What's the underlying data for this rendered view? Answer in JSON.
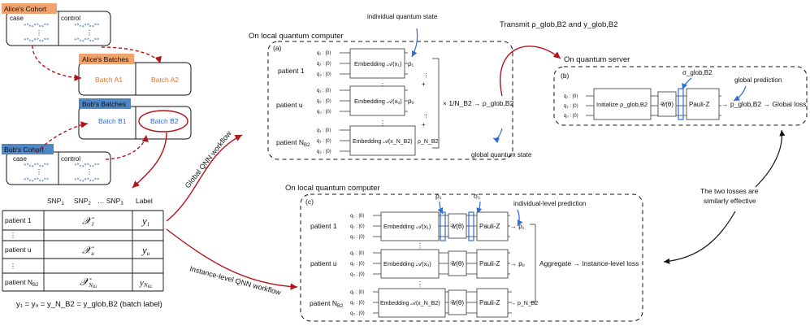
{
  "cohorts": {
    "alice_cohort_tag": "Alice's Cohort",
    "bob_cohort_tag": "Bob's Cohort",
    "case_label": "case",
    "control_label": "control",
    "dots": "⋮"
  },
  "batches": {
    "alice_batches_tag": "Alice's Batches",
    "bob_batches_tag": "Bob's Batches",
    "batch_a1": "Batch A1",
    "batch_a2": "Batch A2",
    "batch_b1": "Batch B1",
    "batch_b2": "Batch B2"
  },
  "table": {
    "headers": [
      "SNP",
      "SNP",
      "… SNP",
      "Label"
    ],
    "header_subscripts": [
      "1",
      "2",
      "3"
    ],
    "rows": [
      {
        "name": "patient 1",
        "x": "𝒳",
        "x_sub": "1",
        "y": "y",
        "y_sub": "1"
      },
      {
        "name": "⋮",
        "x": "",
        "x_sub": "",
        "y": "",
        "y_sub": ""
      },
      {
        "name": "patient u",
        "x": "𝒳",
        "x_sub": "u",
        "y": "y",
        "y_sub": "u"
      },
      {
        "name": "⋮",
        "x": "",
        "x_sub": "",
        "y": "",
        "y_sub": ""
      },
      {
        "name": "patient N",
        "name_sub": "B2",
        "x": "𝒳",
        "x_sub": "N",
        "x_subsub": "B2",
        "y": "y",
        "y_sub": "N",
        "y_subsub": "B2"
      }
    ],
    "batch_label_caption": "y₁ = yᵤ = y_N_B2 = y_glob,B2 (batch label)"
  },
  "workflows": {
    "global_label": "Global QNN workflow",
    "instance_label": "Instance-level QNN workflow"
  },
  "panel_a": {
    "heading": "On local quantum computer",
    "tag": "(a)",
    "individual_state_annot": "individual quantum state",
    "global_state_annot": "global quantum state",
    "patients": [
      "patient 1",
      "patient u",
      "patient N"
    ],
    "patient_last_sub": "B2",
    "qubits": [
      "q₁ : |0⟩",
      "q₂ : |0⟩",
      "q₃ : |0⟩"
    ],
    "embeddings": [
      "Embedding 𝒜(x₁)",
      "Embedding 𝒜(xᵤ)",
      "Embedding 𝒜(x_N_B2)"
    ],
    "rho_outputs": [
      "ρ₁",
      "ρᵤ",
      "ρ_N_B2"
    ],
    "sum_expr": "× 1/N_B2 → ρ_glob,B2",
    "plus_sign": "+",
    "dots": "⋮"
  },
  "transmit": {
    "text": "Transmit ρ_glob,B2 and y_glob,B2"
  },
  "panel_b": {
    "heading": "On quantum server",
    "tag": "(b)",
    "sigma_annot": "σ_glob,B2",
    "global_pred_annot": "global prediction",
    "qubits": [
      "q₁ : |0⟩",
      "q₂ : |0⟩",
      "q₃ : |0⟩"
    ],
    "init_gate": "Initialize ρ_glob,B2",
    "u_gate": "𝒰(θ)",
    "pauli_gate": "Pauli-Z",
    "output": "→ p_glob,B2 → Global loss"
  },
  "comparison": {
    "text_line1": "The two losses are",
    "text_line2": "similarly effective"
  },
  "panel_c": {
    "heading": "On local quantum computer",
    "tag": "(c)",
    "rho_annot": "ρ₁",
    "sigma_annot": "σ₁",
    "pred_annot": "individual-level prediction",
    "patients": [
      "patient 1",
      "patient u",
      "patient N"
    ],
    "patient_last_sub": "B2",
    "qubits": [
      "q₁ : |0⟩",
      "q₂ : |0⟩",
      "q₃ : |0⟩"
    ],
    "embeddings": [
      "Embedding 𝒜(x₁)",
      "Embedding 𝒜(xᵤ)",
      "Embedding 𝒜(x_N_B2)"
    ],
    "u_gate": "𝒰(θ)",
    "pauli_gate": "Pauli-Z",
    "outputs": [
      "→ p₁",
      "→ pᵤ",
      "→ p_N_B2"
    ],
    "aggregate": "Aggregate → Instance-level loss",
    "dots": "⋮"
  }
}
